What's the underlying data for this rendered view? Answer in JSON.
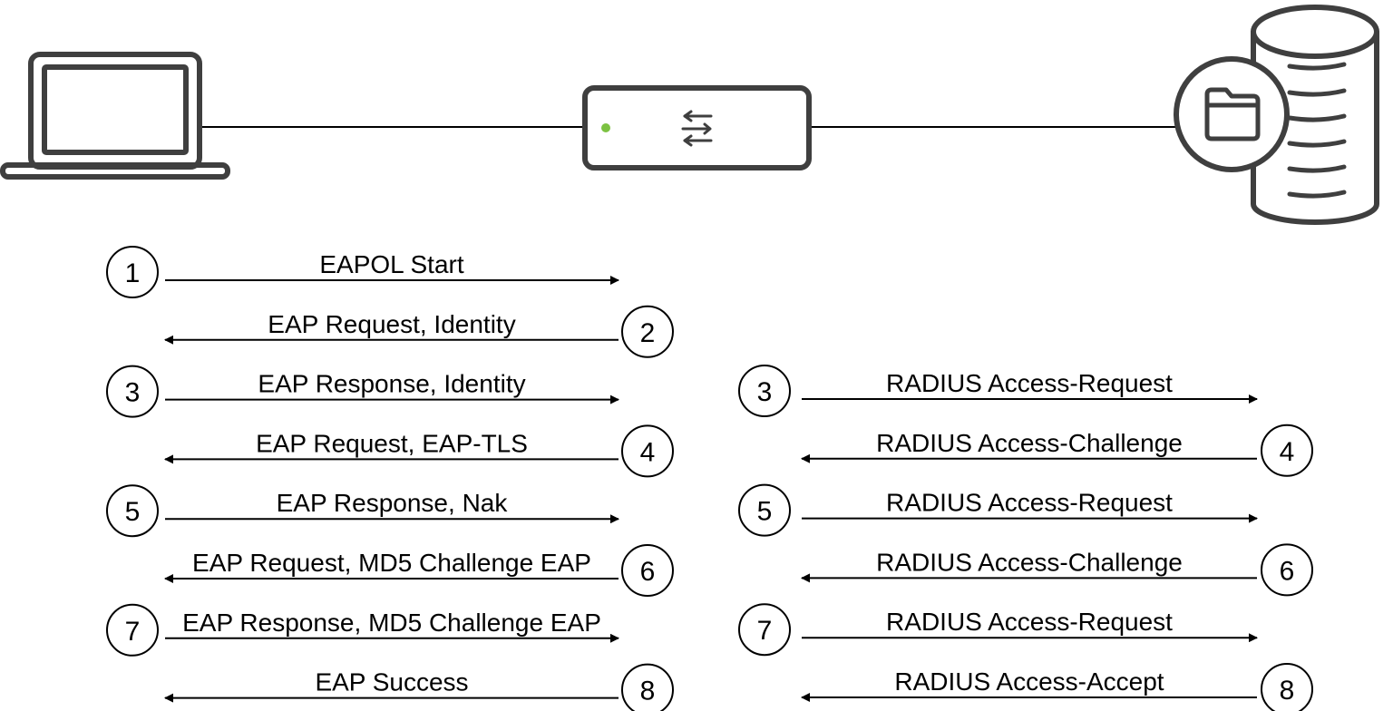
{
  "devices": {
    "client": {
      "icon": "laptop-icon"
    },
    "authenticator": {
      "icon": "switch-icon",
      "status_led_color": "#7cc242"
    },
    "server": {
      "icon": "database-server-icon"
    }
  },
  "colors": {
    "device_stroke": "#3f3f3f",
    "line": "#000000"
  },
  "left_flow": [
    {
      "step": "1",
      "label": "EAPOL Start",
      "direction": "right"
    },
    {
      "step": "2",
      "label": "EAP Request, Identity",
      "direction": "left"
    },
    {
      "step": "3",
      "label": "EAP Response, Identity",
      "direction": "right"
    },
    {
      "step": "4",
      "label": "EAP Request, EAP-TLS",
      "direction": "left"
    },
    {
      "step": "5",
      "label": "EAP Response, Nak",
      "direction": "right"
    },
    {
      "step": "6",
      "label": "EAP Request, MD5 Challenge EAP",
      "direction": "left"
    },
    {
      "step": "7",
      "label": "EAP Response, MD5 Challenge EAP",
      "direction": "right"
    },
    {
      "step": "8",
      "label": "EAP Success",
      "direction": "left"
    }
  ],
  "right_flow": [
    {
      "step": "3",
      "label": "RADIUS Access-Request",
      "direction": "right"
    },
    {
      "step": "4",
      "label": "RADIUS Access-Challenge",
      "direction": "left"
    },
    {
      "step": "5",
      "label": "RADIUS Access-Request",
      "direction": "right"
    },
    {
      "step": "6",
      "label": "RADIUS Access-Challenge",
      "direction": "left"
    },
    {
      "step": "7",
      "label": "RADIUS Access-Request",
      "direction": "right"
    },
    {
      "step": "8",
      "label": "RADIUS Access-Accept",
      "direction": "left"
    }
  ]
}
